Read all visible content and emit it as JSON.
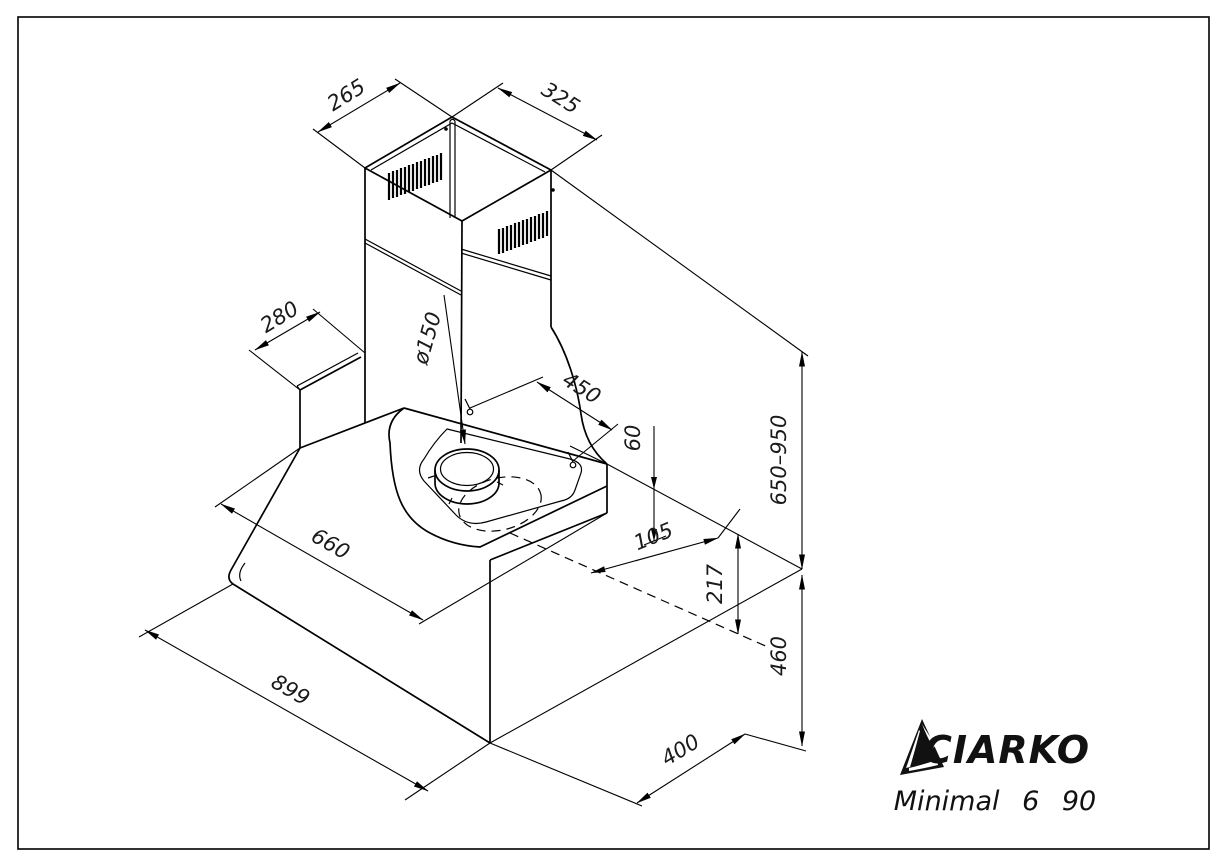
{
  "drawing": {
    "title": "kitchen hood isometric dimensional drawing",
    "dimensions": {
      "chimney_top_width": "265",
      "chimney_top_depth": "325",
      "back_bracket_width": "280",
      "duct_diameter": "ø150",
      "mounting_hole_spacing": "450",
      "hole_offset": "60",
      "wall_offset": "105",
      "mounting_height_offset": "217",
      "body_height": "460",
      "chimney_height_range": "650–950",
      "body_width": "660",
      "glass_width": "899",
      "body_depth": "400"
    }
  },
  "logo": {
    "brand": "CIARKO",
    "model": "Minimal 6 90"
  },
  "colors": {
    "line": "#000000",
    "background": "#ffffff"
  }
}
